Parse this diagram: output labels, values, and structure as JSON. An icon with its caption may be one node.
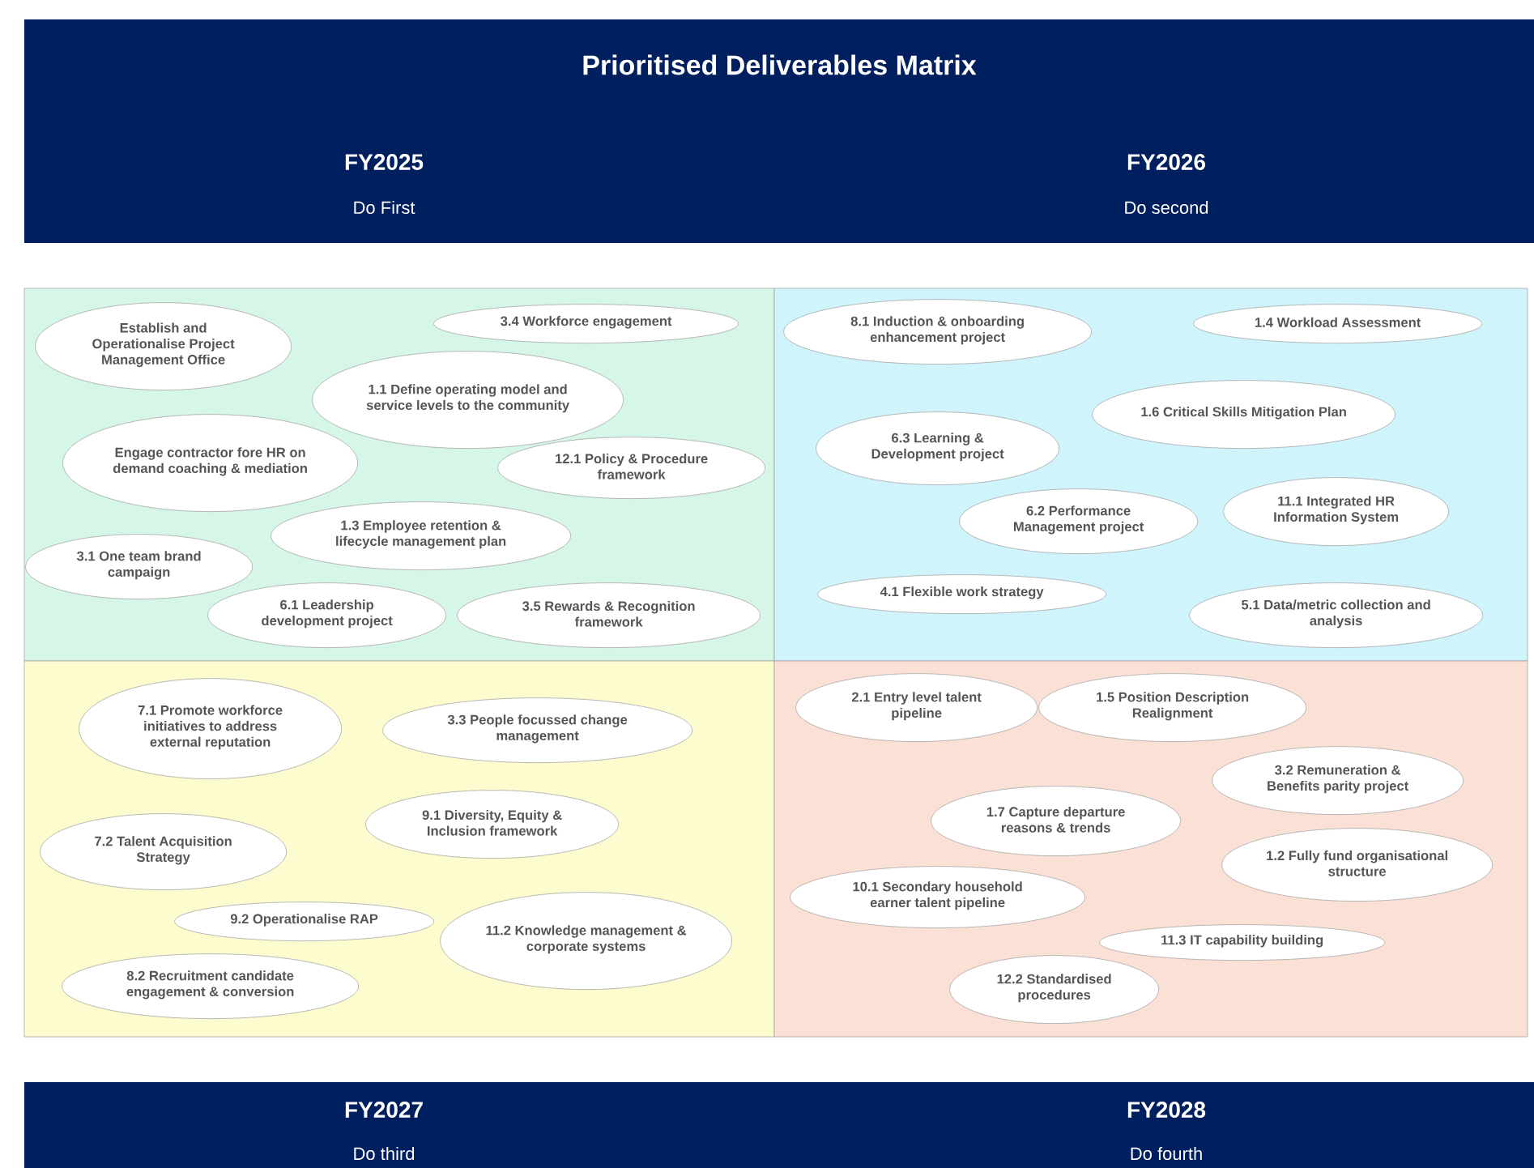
{
  "diagram": {
    "title": "Prioritised Deliverables Matrix",
    "nodes": [
      {
        "text": [],
        "shape": "box"
      },
      {
        "text": [
          "Establish and Operationalise Project Management Office"
        ],
        "in": 0
      },
      {
        "text": [
          "3.4 Workforce engagement"
        ],
        "in": 0
      },
      {
        "text": [
          "1.1  Define operating model and service levels to the community"
        ],
        "in": 0
      },
      {
        "text": [
          "Engage contractor fore HR on demand coaching & mediation"
        ],
        "in": 0
      },
      {
        "text": [
          "12.1 Policy & Procedure framework"
        ],
        "in": 0
      },
      {
        "text": [
          "1.3 Employee retention & lifecycle management plan"
        ],
        "in": 0
      },
      {
        "text": [
          "3.1 One team brand campaign"
        ],
        "in": 0
      },
      {
        "text": [
          "6.1 Leadership development project"
        ],
        "in": 0
      },
      {
        "text": [
          "3.5 Rewards & Recognition framework"
        ],
        "in": 0
      },
      {
        "text": [],
        "shape": "box"
      },
      {
        "text": [
          "8.1 Induction & onboarding enhancement project"
        ],
        "in": 10
      },
      {
        "text": [
          "1.4 Workload Assessment"
        ],
        "in": 10
      },
      {
        "text": [
          "1.6 Critical Skills Mitigation Plan"
        ],
        "in": 10
      },
      {
        "text": [
          "6.3 Learning & Development project"
        ],
        "in": 10
      },
      {
        "text": [
          "6.2 Performance Management project"
        ],
        "in": 10
      },
      {
        "text": [
          "11.1 Integrated HR Information System"
        ],
        "in": 10
      },
      {
        "text": [
          "4.1 Flexible work strategy"
        ],
        "in": 10
      },
      {
        "text": [
          "5.1 Data/metric collection and analysis"
        ],
        "in": 10
      },
      {
        "text": [],
        "shape": "box"
      },
      {
        "text": [
          "7.1 Promote workforce initiatives  to address external reputation"
        ],
        "in": 19
      },
      {
        "text": [
          "3.3 People focussed change management"
        ],
        "in": 19
      },
      {
        "text": [
          "9.1 Diversity, Equity & Inclusion framework"
        ],
        "in": 19
      },
      {
        "text": [
          "7.2 Talent Acquisition Strategy"
        ],
        "in": 19
      },
      {
        "text": [
          "9.2 Operationalise RAP"
        ],
        "in": 19
      },
      {
        "text": [
          "11.2 Knowledge management & corporate systems"
        ],
        "in": 19
      },
      {
        "text": [
          "8.2 Recruitment candidate engagement & conversion"
        ],
        "in": 19
      },
      {
        "text": [],
        "shape": "box"
      },
      {
        "text": [
          "2.1 Entry level talent pipeline"
        ],
        "in": 27
      },
      {
        "text": [
          "1.5 Position Description Realignment"
        ],
        "in": 27
      },
      {
        "text": [
          "3.2 Remuneration & Benefits parity project"
        ],
        "in": 27
      },
      {
        "text": [
          "1.7 Capture departure reasons & trends"
        ],
        "in": 27
      },
      {
        "text": [
          "1.2 Fully fund organisational structure"
        ],
        "in": 27
      },
      {
        "text": [
          "10.1 Secondary household earner talent pipeline"
        ],
        "in": 27
      },
      {
        "text": [
          "11.3 IT capability building"
        ],
        "in": 27
      },
      {
        "text": [
          "12.2 Standardised procedures"
        ],
        "in": 27
      }
    ],
    "labels": [
      "FY2025",
      "Do First",
      "FY2026",
      "Do second",
      "FY2027",
      "Do third",
      "FY2028",
      "Do fourth"
    ]
  }
}
